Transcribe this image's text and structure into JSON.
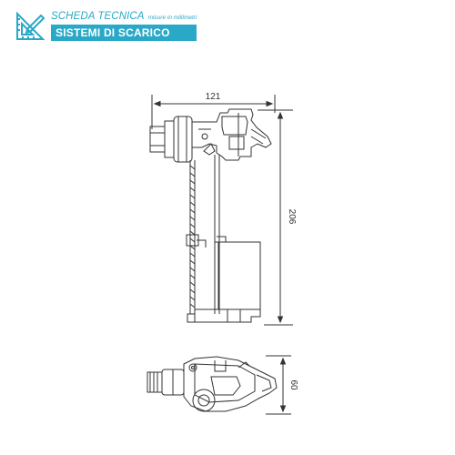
{
  "header": {
    "title": "SCHEDA TECNICA",
    "subtitle": "misure in millimetri",
    "banner": "SISTEMI DI SCARICO"
  },
  "icons": {
    "header": "ruler-pencil-icon"
  },
  "colors": {
    "accent": "#2aa8c8",
    "drawing_line": "#333333"
  },
  "dimensions": {
    "width": "121",
    "height": "206",
    "depth": "60"
  }
}
